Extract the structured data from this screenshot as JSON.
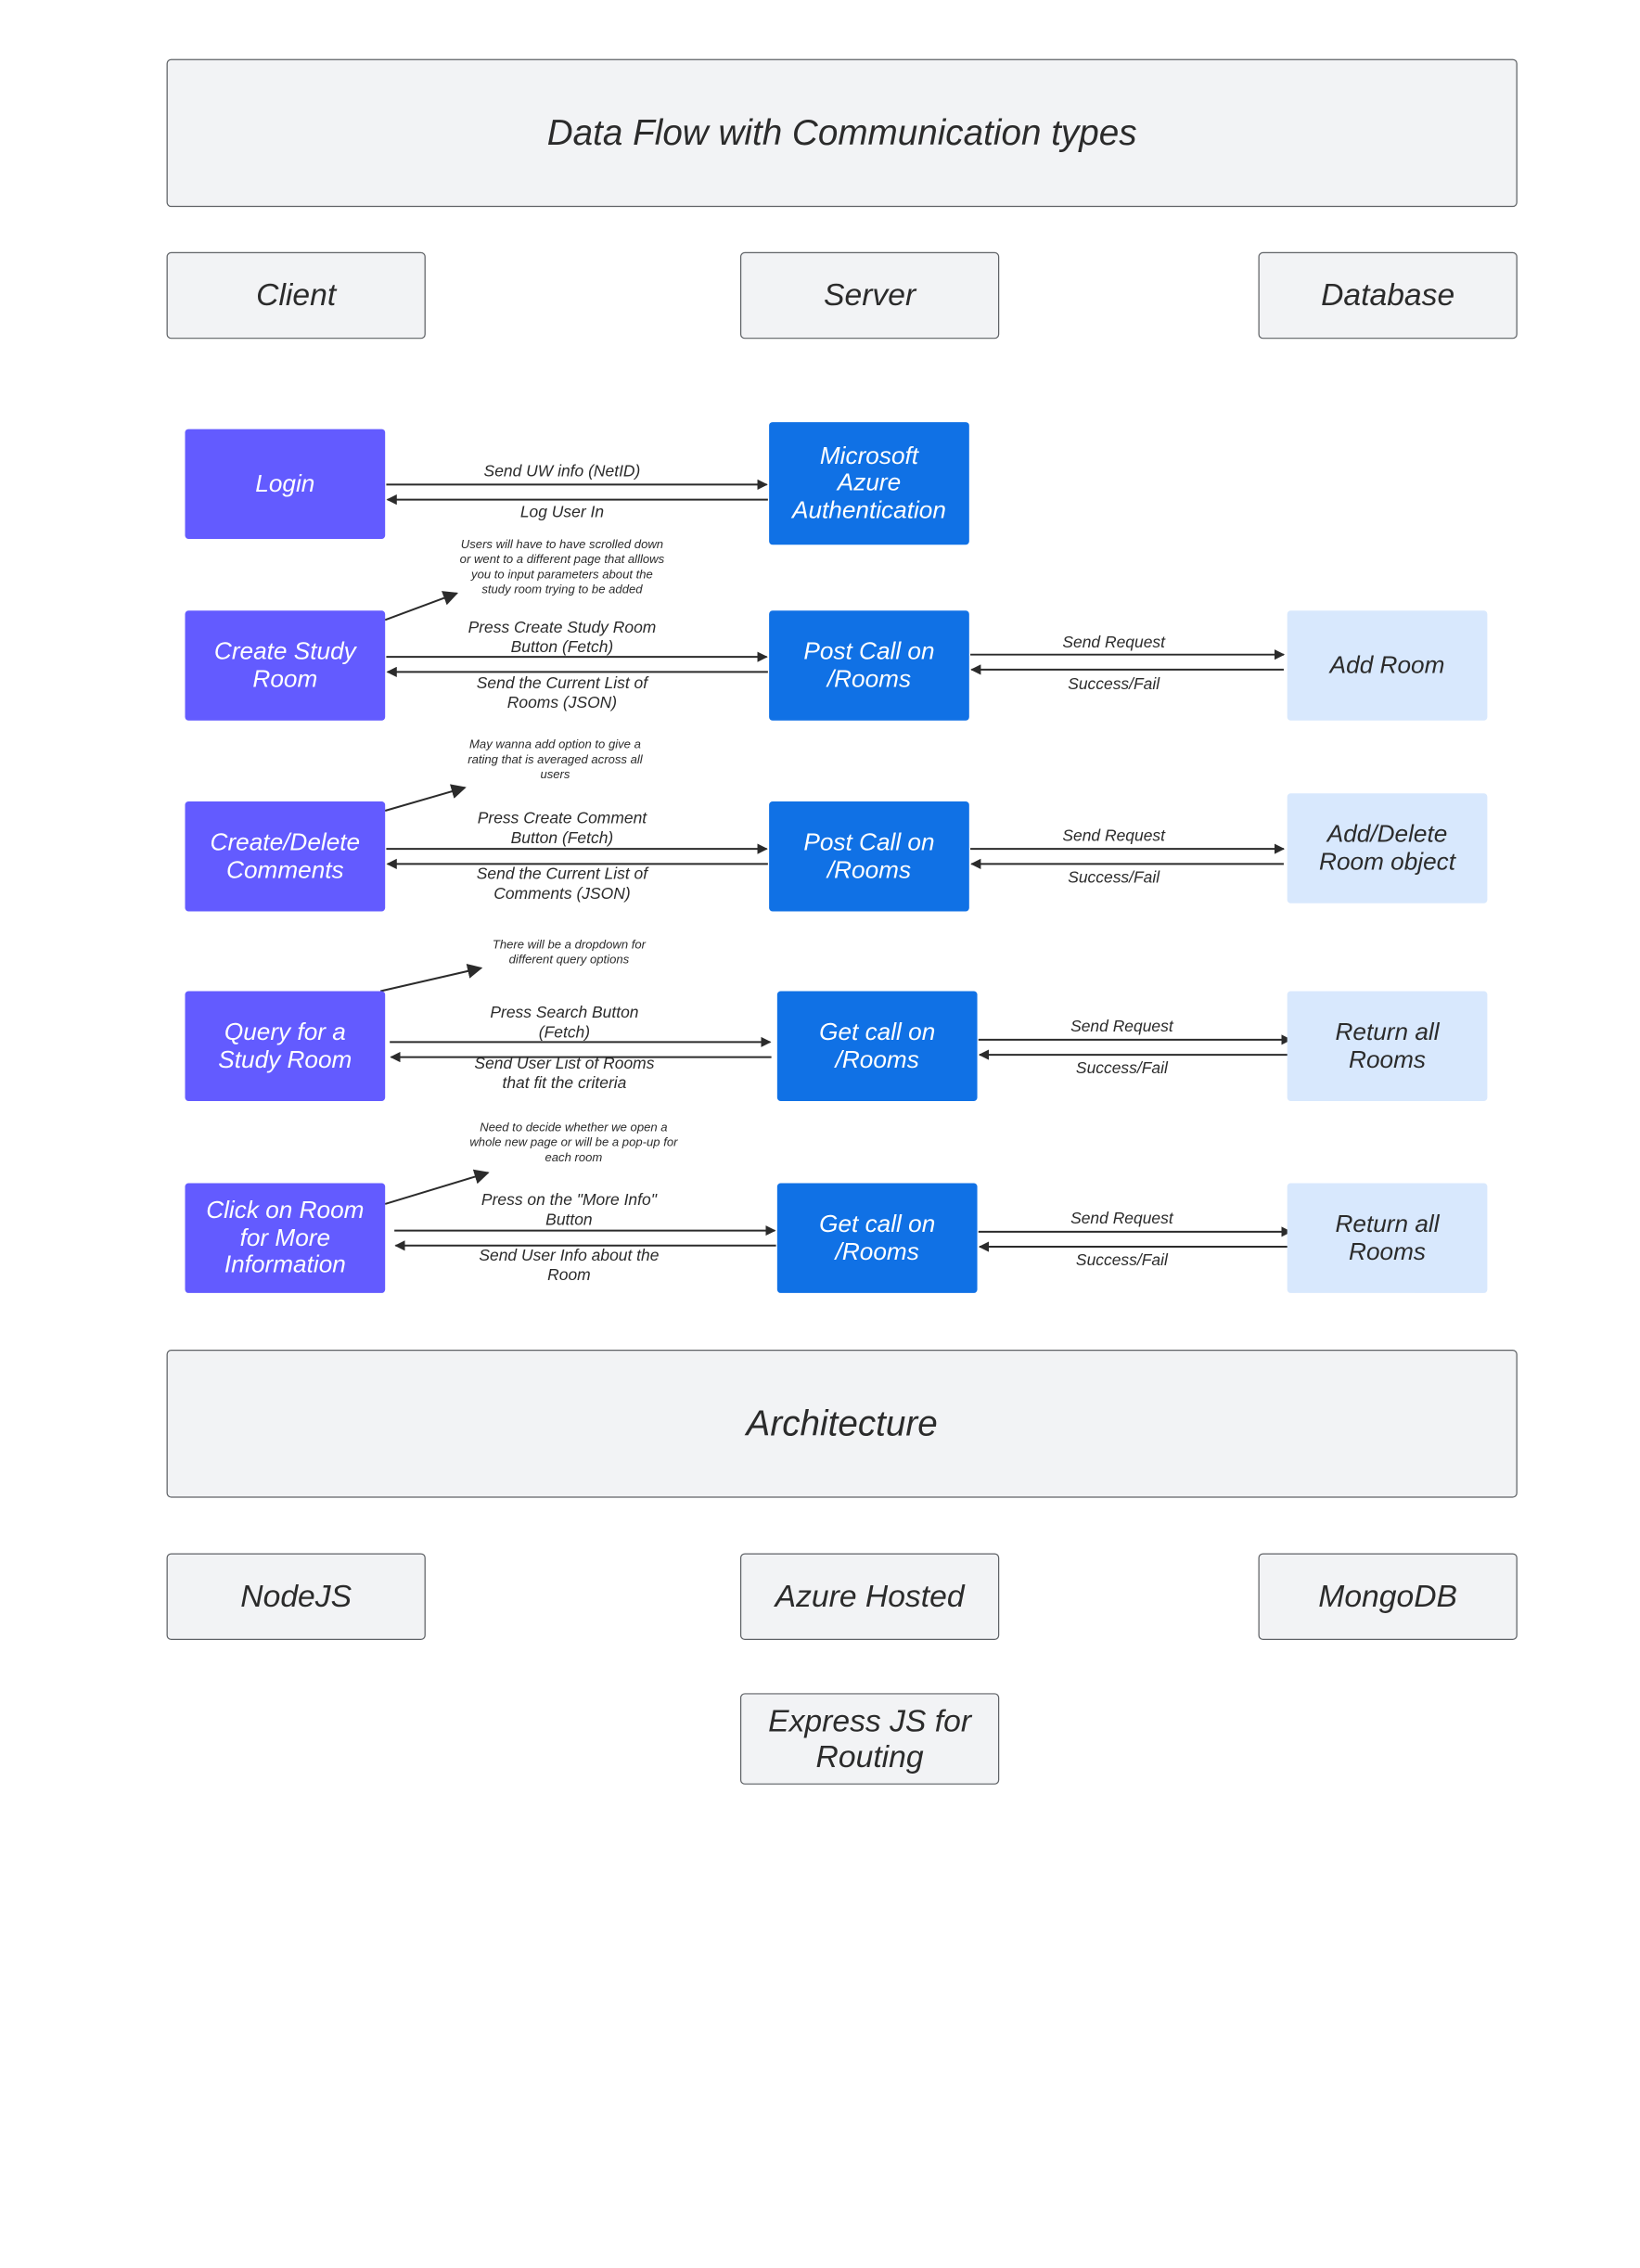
{
  "title": "Data Flow with Communication types",
  "columns": [
    "Client",
    "Server",
    "Database"
  ],
  "rows": [
    {
      "client": "Login",
      "server": "Microsoft Azure Authentication",
      "database": "",
      "request": "Send UW info (NetID)",
      "response": "Log User In",
      "note": "",
      "db_request": "",
      "db_response": ""
    },
    {
      "client": "Create Study Room",
      "server": "Post Call on /Rooms",
      "database": "Add Room",
      "request": "Press Create Study Room Button (Fetch)",
      "response": "Send the Current List of Rooms (JSON)",
      "note": "Users will have to have scrolled down or went to a different page that alllows you to input parameters about the study room trying to be added",
      "db_request": "Send Request",
      "db_response": "Success/Fail"
    },
    {
      "client": "Create/Delete Comments",
      "server": "Post Call on /Rooms",
      "database": "Add/Delete Room object",
      "request": "Press Create Comment Button (Fetch)",
      "response": "Send the Current List of Comments (JSON)",
      "note": "May wanna add option to give a rating that is averaged across all users",
      "db_request": "Send Request",
      "db_response": "Success/Fail"
    },
    {
      "client": "Query for a Study Room",
      "server": "Get call on /Rooms",
      "database": "Return all Rooms",
      "request": "Press Search Button (Fetch)",
      "response": "Send User List of Rooms that fit the criteria",
      "note": "There will be a dropdown for different query options",
      "db_request": "Send Request",
      "db_response": "Success/Fail"
    },
    {
      "client": "Click on Room for More Information",
      "server": "Get call on /Rooms",
      "database": "Return all Rooms",
      "request": "Press on the \"More Info\" Button",
      "response": "Send User Info about the Room",
      "note": "Need to decide whether we open a whole new page or will be a pop-up for each room",
      "db_request": "Send Request",
      "db_response": "Success/Fail"
    }
  ],
  "architecture": {
    "title": "Architecture",
    "items": [
      "NodeJS",
      "Azure Hosted",
      "MongoDB",
      "Express JS for Routing"
    ]
  },
  "colors": {
    "client": "#635bff",
    "server": "#1071e5",
    "database": "#d8e8fd",
    "header_fill": "#f2f3f5",
    "line": "#2b2b2b"
  }
}
